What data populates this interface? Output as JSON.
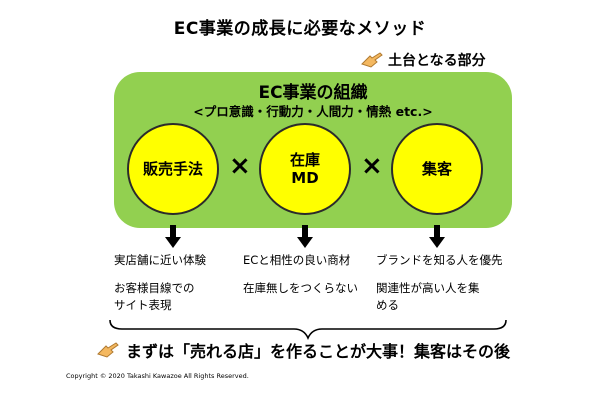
{
  "title": "EC事業の成長に必要なメソッド",
  "foundation_label": "土台となる部分",
  "organization": {
    "title": "EC事業の組織",
    "subtitle": "<プロ意識・行動力・人間力・情熱 etc.>"
  },
  "circles": [
    {
      "label": "販売手法"
    },
    {
      "label": "在庫\nMD"
    },
    {
      "label": "集客"
    }
  ],
  "operator": "×",
  "columns": [
    {
      "items": [
        "実店舗に近い体験",
        "お客様目線での\nサイト表現"
      ]
    },
    {
      "items": [
        "ECと相性の良い商材",
        "在庫無しをつくらない"
      ]
    },
    {
      "items": [
        "ブランドを知る人を優先",
        "関連性が高い人を集\nめる"
      ]
    }
  ],
  "conclusion": "まずは「売れる店」を作ることが大事！集客はその後",
  "copyright": "Copyright © 2020 Takashi Kawazoe All Rights Reserved.",
  "icons": {
    "pointing_hand": "pointing-hand-icon",
    "down_arrow": "down-arrow-icon"
  },
  "colors": {
    "foundation_box": "#92d050",
    "circle_fill": "#ffff00",
    "hand": "#f4b860"
  }
}
